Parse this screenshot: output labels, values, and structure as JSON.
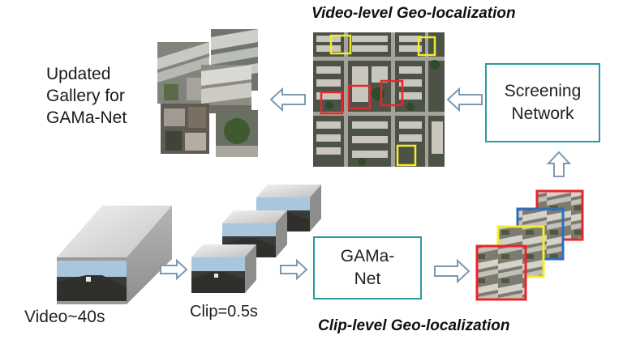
{
  "title_top": "Video-level Geo-localization",
  "title_bottom": "Clip-level Geo-localization",
  "gallery_label": [
    "Updated",
    "Gallery for",
    "GAMa-Net"
  ],
  "screening_box": [
    "Screening",
    "Network"
  ],
  "gama_box": [
    "GAMa-",
    "Net"
  ],
  "video_label": "Video~40s",
  "clip_label": "Clip=0.5s",
  "colors": {
    "teal": "#2a9a9e",
    "arrow": "#7a9ab4",
    "red": "#e8262b",
    "yellow": "#f2ec2c",
    "blue": "#2d6fbf"
  }
}
